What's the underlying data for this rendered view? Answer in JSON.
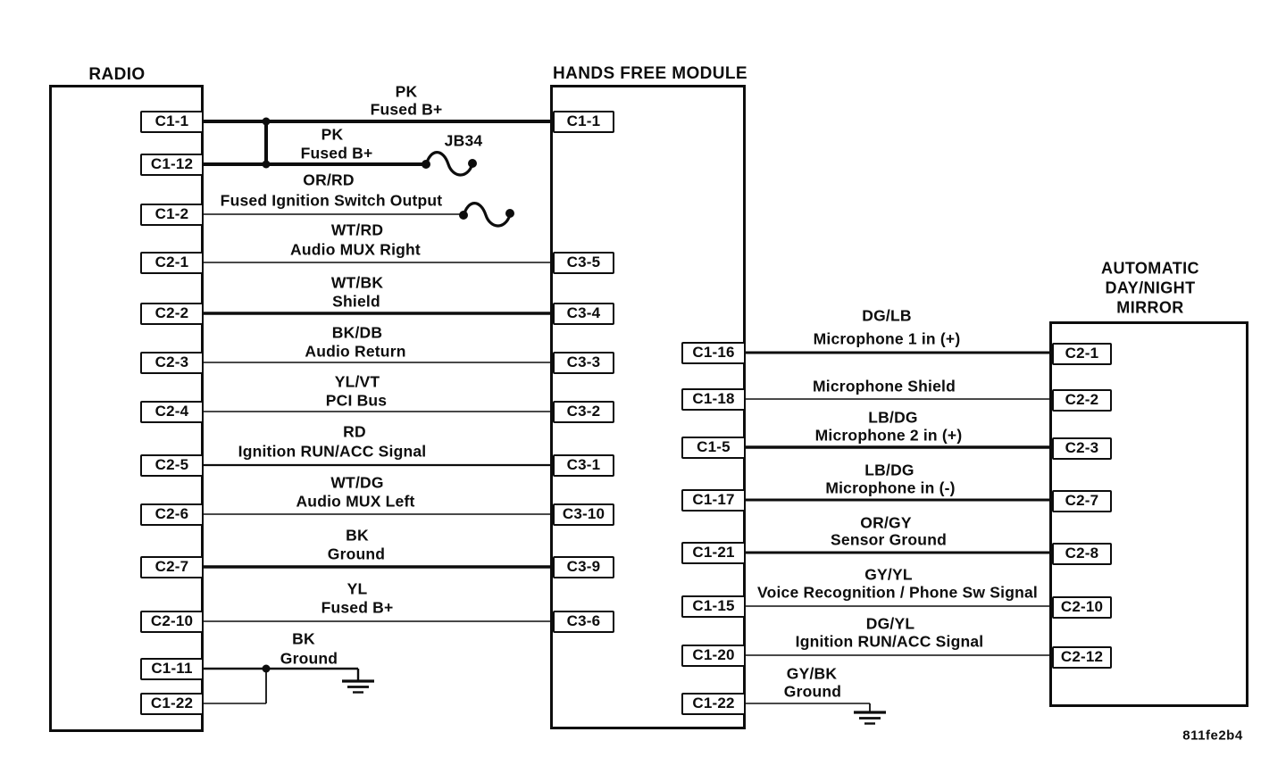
{
  "figure_code": "811fe2b4",
  "ink_color": "#0d0d0d",
  "components": {
    "radio": {
      "title": "RADIO",
      "pins": [
        "C1-1",
        "C1-12",
        "C1-2",
        "C2-1",
        "C2-2",
        "C2-3",
        "C2-4",
        "C2-5",
        "C2-6",
        "C2-7",
        "C2-10",
        "C1-11",
        "C1-22"
      ]
    },
    "hands_free_module": {
      "title": "HANDS FREE MODULE",
      "left_pins": [
        "C1-1",
        "C3-5",
        "C3-4",
        "C3-3",
        "C3-2",
        "C3-1",
        "C3-10",
        "C3-9",
        "C3-6"
      ],
      "right_pins": [
        "C1-16",
        "C1-18",
        "C1-5",
        "C1-17",
        "C1-21",
        "C1-15",
        "C1-20",
        "C1-22"
      ]
    },
    "mirror": {
      "title_lines": [
        "AUTOMATIC",
        "DAY/NIGHT",
        "MIRROR"
      ],
      "pins": [
        "C2-1",
        "C2-2",
        "C2-3",
        "C2-7",
        "C2-8",
        "C2-10",
        "C2-12"
      ]
    }
  },
  "wires": {
    "radio_to_hfm": [
      {
        "from": "C1-1",
        "to": "C1-1",
        "color": "PK",
        "signal": "Fused B+"
      },
      {
        "from": "C1-12",
        "to": "splice",
        "color": "PK",
        "signal": "Fused B+",
        "splice": "JB34"
      },
      {
        "from": "C1-2",
        "to": "splice",
        "color": "OR/RD",
        "signal": "Fused Ignition Switch Output"
      },
      {
        "from": "C2-1",
        "to": "C3-5",
        "color": "WT/RD",
        "signal": "Audio MUX Right"
      },
      {
        "from": "C2-2",
        "to": "C3-4",
        "color": "WT/BK",
        "signal": "Shield"
      },
      {
        "from": "C2-3",
        "to": "C3-3",
        "color": "BK/DB",
        "signal": "Audio Return"
      },
      {
        "from": "C2-4",
        "to": "C3-2",
        "color": "YL/VT",
        "signal": "PCI Bus"
      },
      {
        "from": "C2-5",
        "to": "C3-1",
        "color": "RD",
        "signal": "Ignition RUN/ACC Signal"
      },
      {
        "from": "C2-6",
        "to": "C3-10",
        "color": "WT/DG",
        "signal": "Audio MUX Left"
      },
      {
        "from": "C2-7",
        "to": "C3-9",
        "color": "BK",
        "signal": "Ground"
      },
      {
        "from": "C2-10",
        "to": "C3-6",
        "color": "YL",
        "signal": "Fused B+"
      },
      {
        "from": "C1-11 / C1-22",
        "to": "chassis ground",
        "color": "BK",
        "signal": "Ground"
      }
    ],
    "hfm_to_mirror": [
      {
        "from": "C1-16",
        "to": "C2-1",
        "color": "DG/LB",
        "signal": "Microphone 1 in (+)"
      },
      {
        "from": "C1-18",
        "to": "C2-2",
        "signal": "Microphone Shield"
      },
      {
        "from": "C1-5",
        "to": "C2-3",
        "color": "LB/DG",
        "signal": "Microphone 2 in (+)"
      },
      {
        "from": "C1-17",
        "to": "C2-7",
        "color": "LB/DG",
        "signal": "Microphone in (-)"
      },
      {
        "from": "C1-21",
        "to": "C2-8",
        "color": "OR/GY",
        "signal": "Sensor Ground"
      },
      {
        "from": "C1-15",
        "to": "C2-10",
        "color": "GY/YL",
        "signal": "Voice Recognition / Phone Sw Signal"
      },
      {
        "from": "C1-20",
        "to": "C2-12",
        "color": "DG/YL",
        "signal": "Ignition RUN/ACC Signal"
      },
      {
        "from": "C1-22",
        "to": "chassis ground",
        "color": "GY/BK",
        "signal": "Ground"
      }
    ]
  }
}
